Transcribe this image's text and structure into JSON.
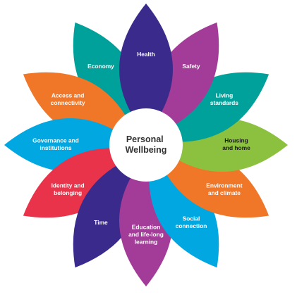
{
  "center": {
    "lines": [
      "Personal",
      "Wellbeing"
    ]
  },
  "petals": [
    {
      "id": "health",
      "lines": [
        "Health"
      ],
      "color": "#3a2a8c",
      "text_color": "#ffffff"
    },
    {
      "id": "safety",
      "lines": [
        "Safety"
      ],
      "color": "#a33c98",
      "text_color": "#ffffff"
    },
    {
      "id": "living-standards",
      "lines": [
        "Living",
        "standards"
      ],
      "color": "#00a19a",
      "text_color": "#ffffff"
    },
    {
      "id": "housing-and-home",
      "lines": [
        "Housing",
        "and home"
      ],
      "color": "#8cc13f",
      "text_color": "#1a1a1a"
    },
    {
      "id": "environment-and-climate",
      "lines": [
        "Environment",
        "and climate"
      ],
      "color": "#f07628",
      "text_color": "#ffffff"
    },
    {
      "id": "social-connection",
      "lines": [
        "Social",
        "connection"
      ],
      "color": "#00a7e1",
      "text_color": "#ffffff"
    },
    {
      "id": "education-and-life-long-learning",
      "lines": [
        "Education",
        "and life-long",
        "learning"
      ],
      "color": "#a33c98",
      "text_color": "#ffffff"
    },
    {
      "id": "time",
      "lines": [
        "Time"
      ],
      "color": "#3a2a8c",
      "text_color": "#ffffff"
    },
    {
      "id": "identity-and-belonging",
      "lines": [
        "Identity and",
        "belonging"
      ],
      "color": "#e8334a",
      "text_color": "#ffffff"
    },
    {
      "id": "governance-and-institutions",
      "lines": [
        "Governance and",
        "institutions"
      ],
      "color": "#00a7e1",
      "text_color": "#ffffff"
    },
    {
      "id": "access-and-connectivity",
      "lines": [
        "Access and",
        "connectivity"
      ],
      "color": "#f07628",
      "text_color": "#ffffff"
    },
    {
      "id": "economy",
      "lines": [
        "Economy"
      ],
      "color": "#00a19a",
      "text_color": "#ffffff"
    }
  ]
}
